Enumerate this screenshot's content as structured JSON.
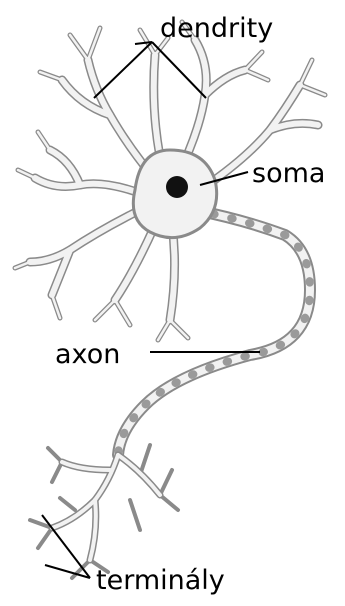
{
  "labels": {
    "dendrites": "dendrity",
    "soma": "soma",
    "axon": "axon",
    "terminals": "terminály"
  },
  "colors": {
    "background": "#ffffff",
    "neuron_fill": "#f2f2f2",
    "neuron_outline": "#8a8a8a",
    "nucleus": "#111111",
    "leader_line": "#000000"
  }
}
